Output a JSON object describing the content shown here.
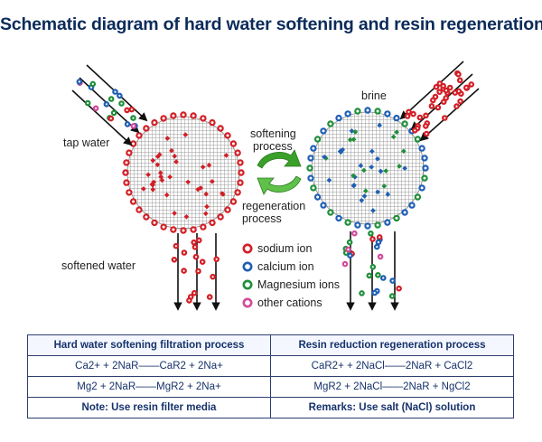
{
  "title": "Schematic diagram of hard water softening and resin regeneration",
  "labels": {
    "tap_water": "tap water",
    "brine": "brine",
    "softening": [
      "softening",
      "process"
    ],
    "regeneration": [
      "regeneration",
      "process"
    ],
    "softened_water": "softened water"
  },
  "legend": [
    {
      "label": "sodium ion",
      "color": "#d21f26"
    },
    {
      "label": "calcium ion",
      "color": "#1f5fb5"
    },
    {
      "label": "Magnesium ions",
      "color": "#1f8f3a"
    },
    {
      "label": "other cations",
      "color": "#d24a9a"
    }
  ],
  "colors": {
    "sodium": "#d21f26",
    "calcium": "#1f5fb5",
    "magnesium": "#1f8f3a",
    "other": "#d24a9a",
    "arrow_green": "#3aa02a",
    "table_text": "#16326b"
  },
  "table": {
    "headers": [
      "Hard water softening filtration process",
      "Resin reduction regeneration process"
    ],
    "rows": [
      [
        "Ca2+ + 2NaR——CaR2 + 2Na+",
        "CaR2+ + 2NaCl——2NaR + CaCl2"
      ],
      [
        "Mg2 + 2NaR——MgR2 + 2Na+",
        "MgR2 + 2NaCl——2NaR + NgCl2"
      ],
      [
        "Note: Use resin filter media",
        "Remarks: Use salt (NaCl) solution"
      ]
    ]
  }
}
